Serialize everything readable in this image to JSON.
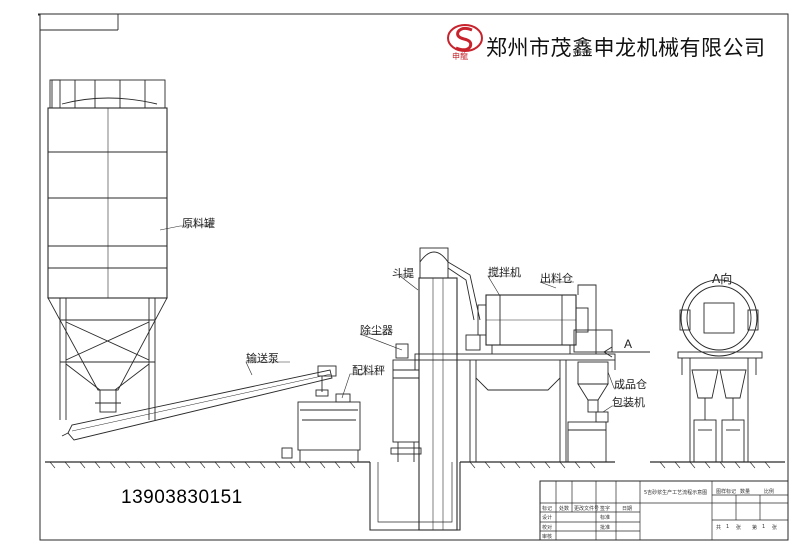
{
  "header": {
    "company_name": "郑州市茂鑫申龙机械有限公司",
    "logo_caption": "申龍"
  },
  "phone": "13903830151",
  "labels": {
    "raw_silo": "原料罐",
    "screw_conveyor": "输送泵",
    "batching_scale": "配料秤",
    "dust_collector": "除尘器",
    "bucket_elevator": "斗提",
    "mixer": "搅拌机",
    "discharge_bin": "出料仓",
    "finished_bin": "成品仓",
    "packing_machine": "包装机",
    "arrow_a": "A",
    "view_a": "A向"
  },
  "title_block": {
    "drawing_title": "5吉砂浆生产工艺流程示意图",
    "rev_headers": [
      "标记",
      "处数",
      "更改文件号",
      "签字",
      "日期"
    ],
    "sign_rows": [
      "设计",
      "校对",
      "审核"
    ],
    "sign_mid": [
      "标准",
      "批准"
    ],
    "right_headers": [
      "图样标记",
      "数量",
      "比例"
    ],
    "sheet_info": [
      "共",
      "1",
      "张",
      "第",
      "1",
      "张"
    ]
  }
}
